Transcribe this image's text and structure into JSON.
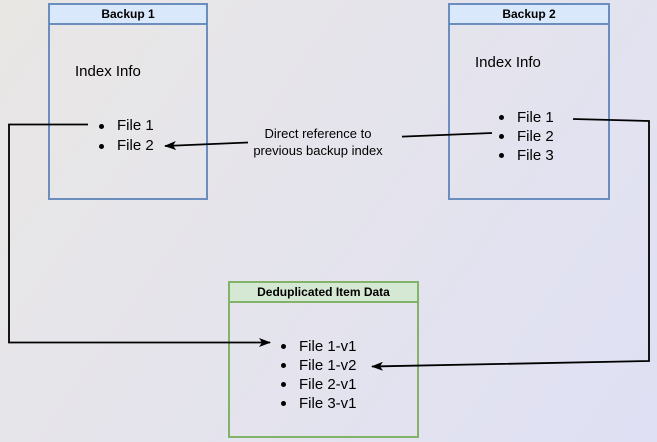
{
  "canvas": {
    "background_gradient_start": "#e9e7e4",
    "background_gradient_end": "#dfe0f4"
  },
  "backup1": {
    "title": "Backup 1",
    "body_label": "Index Info",
    "items": [
      "File 1",
      "File 2"
    ],
    "header_fill": "#dae8fc",
    "border_color": "#6c8ebf"
  },
  "backup2": {
    "title": "Backup 2",
    "body_label": "Index Info",
    "items": [
      "File 1",
      "File 2",
      "File 3"
    ],
    "header_fill": "#dae8fc",
    "border_color": "#6c8ebf"
  },
  "dedup": {
    "title": "Deduplicated Item Data",
    "items": [
      "File 1-v1",
      "File 1-v2",
      "File 2-v1",
      "File 3-v1"
    ],
    "header_fill": "#d5e8d4",
    "border_color": "#82b366"
  },
  "edge_label": {
    "line1": "Direct reference to",
    "line2": "previous backup index"
  },
  "connectors": {
    "color": "#000000",
    "list": [
      "backup2-file2-to-backup1-file2-direct-reference",
      "backup1-file1-to-dedup-file1-v1",
      "backup2-file1-to-dedup-file1-v2"
    ]
  }
}
